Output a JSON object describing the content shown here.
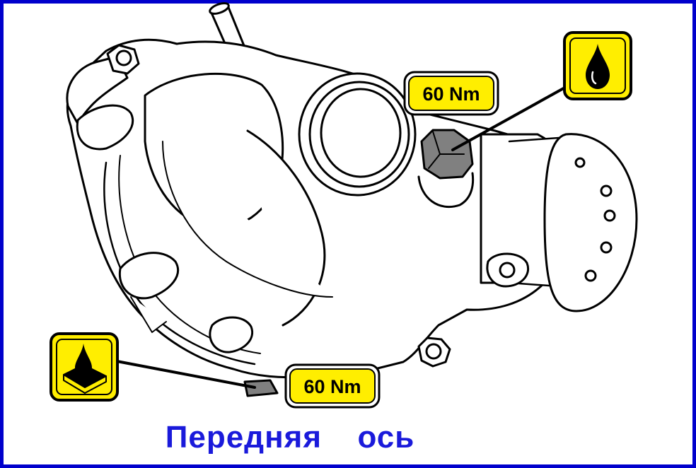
{
  "caption": "Передняя  ось",
  "torque_labels": {
    "top": "60 Nm",
    "bottom": "60 Nm"
  },
  "icons": {
    "fill_plug": "oil-drop-icon",
    "drain_plug": "oil-drain-tray-icon"
  },
  "colors": {
    "frame_border": "#0000cc",
    "caption_text": "#1a1adb",
    "label_fill": "#ffee00",
    "plug_fill": "#808080"
  }
}
